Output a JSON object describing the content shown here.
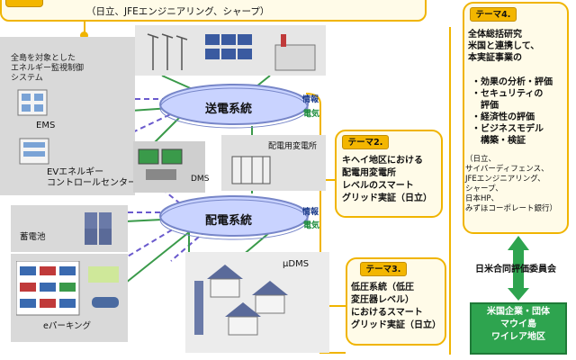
{
  "banner": {
    "companies": "（日立、JFEエンジニアリング、シャープ）"
  },
  "left": {
    "island_label": "全島を対象とした\nエネルギー監視制御\nシステム",
    "ems": "EMS",
    "ev_center": "EVエネルギー\nコントロールセンター",
    "battery": "蓄電池",
    "parking": "eパーキング"
  },
  "network": {
    "transmission": "送電系統",
    "distribution": "配電系統",
    "info": "情報",
    "electricity": "電気",
    "substation": "配電用変電所",
    "dms": "DMS",
    "udms": "μDMS"
  },
  "theme2": {
    "badge": "テーマ2.",
    "lines": [
      "キヘイ地区における",
      "配電用変電所",
      "レベルのスマート",
      "グリッド実証（日立）"
    ]
  },
  "theme3": {
    "badge": "テーマ3.",
    "lines": [
      "低圧系統（低圧",
      "変圧器レベル）",
      "におけるスマート",
      "グリッド実証（日立）"
    ]
  },
  "theme4": {
    "badge": "テーマ4.",
    "intro": [
      "全体総括研究",
      "米国と連携して、",
      "本実証事業の"
    ],
    "items": [
      "・効果の分析・評価",
      "・セキュリティの",
      "　評価",
      "・経済性の評価",
      "・ビジネスモデル",
      "　構築・検証"
    ],
    "companies": [
      "（日立、",
      "サイバーディフェンス、",
      "JFEエンジニアリング、",
      "シャープ、",
      "日本HP、",
      "みずほコーポレート銀行）"
    ]
  },
  "committee": "日米合同評価委員会",
  "partner": [
    "米国企業・団体",
    "マウイ島",
    "ワイレア地区"
  ],
  "colors": {
    "accent": "#f0b400",
    "badge": "#f3b600",
    "ellipse": "#c9d3ff",
    "green": "#2ea44f"
  }
}
